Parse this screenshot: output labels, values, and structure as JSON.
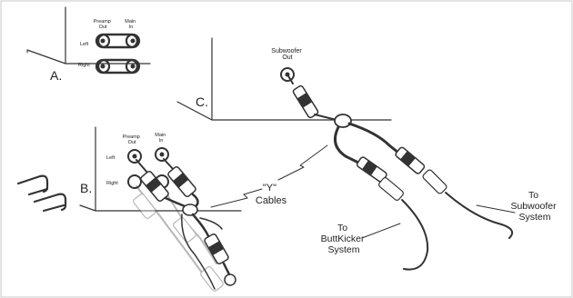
{
  "panels": {
    "a": {
      "letter": "A.",
      "preamp_out": [
        "Preamp",
        "Out"
      ],
      "main_in": [
        "Main",
        "In"
      ],
      "left": "Left",
      "right": "Right"
    },
    "b": {
      "letter": "B.",
      "preamp_out": [
        "Preamp",
        "Out"
      ],
      "main_in": [
        "Main",
        "In"
      ],
      "left": "Left",
      "right": "Right"
    },
    "c": {
      "letter": "C.",
      "subwoofer_out": [
        "Subwoofer",
        "Out"
      ]
    }
  },
  "callouts": {
    "y_cables": [
      "\"Y\"",
      "Cables"
    ],
    "to_buttkicker": [
      "To",
      "ButtKicker",
      "System"
    ],
    "to_subwoofer": [
      "To",
      "Subwoofer",
      "System"
    ]
  }
}
